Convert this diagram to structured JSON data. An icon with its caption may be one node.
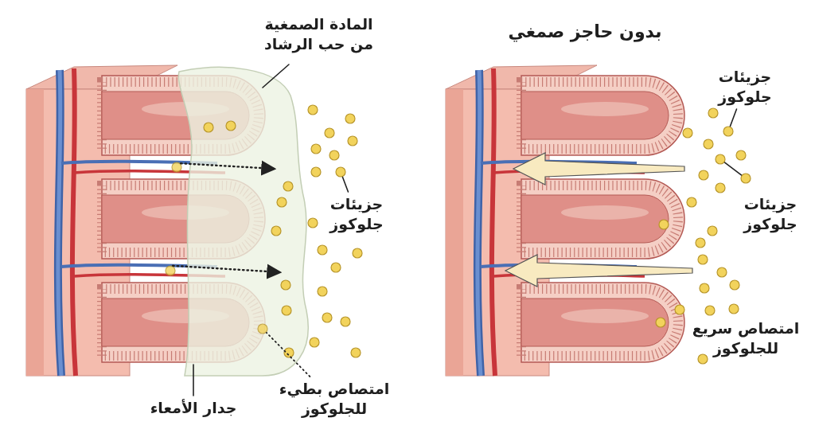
{
  "diagram": {
    "nodes": [
      {
        "text": [
          "المادة الصمغية من حب الرشاد"
        ]
      },
      {
        "text": [],
        "shape": "picture"
      },
      {
        "text": [
          "جزيئات جلوكوز"
        ]
      },
      {
        "text": [],
        "shape": "circle"
      },
      {
        "text": [
          "امتصاص بطيء للجلوكوز"
        ]
      },
      {
        "text": [],
        "shape": "circle",
        "in": 1
      },
      {
        "text": [
          "جدار الأمعاء"
        ]
      },
      {
        "text": [],
        "shape": "picture"
      },
      {
        "text": [
          "جزيئات جلوكوز"
        ]
      },
      {
        "text": [],
        "shape": "circle"
      },
      {
        "text": [],
        "shape": "circle"
      },
      {
        "text": [],
        "shape": "circle"
      },
      {
        "text": [],
        "shape": "circle",
        "in": 7
      },
      {
        "text": [],
        "shape": "circle",
        "in": 7
      }
    ],
    "edges": [
      {
        "from": 0,
        "to": 1,
        "arrow": "none"
      },
      {
        "from": 2,
        "to": 3,
        "arrow": "none"
      },
      {
        "from": 4,
        "to": 5,
        "arrow": "none",
        "style": "dashed"
      },
      {
        "from": 6,
        "to": 7,
        "arrow": "none"
      },
      {
        "from": 8,
        "to": 9,
        "arrow": "none"
      },
      {
        "from": 10,
        "to": 11,
        "arrow": "none"
      },
      {
        "from": 12,
        "to": 1,
        "arrow": "to",
        "style": "dashed"
      },
      {
        "from": 13,
        "to": 1,
        "arrow": "to",
        "style": "dashed"
      }
    ],
    "labels": [
      "بدون حاجز صمغي",
      "جزيئات جلوكوز",
      "امتصاص سريع للجلوكوز"
    ]
  }
}
